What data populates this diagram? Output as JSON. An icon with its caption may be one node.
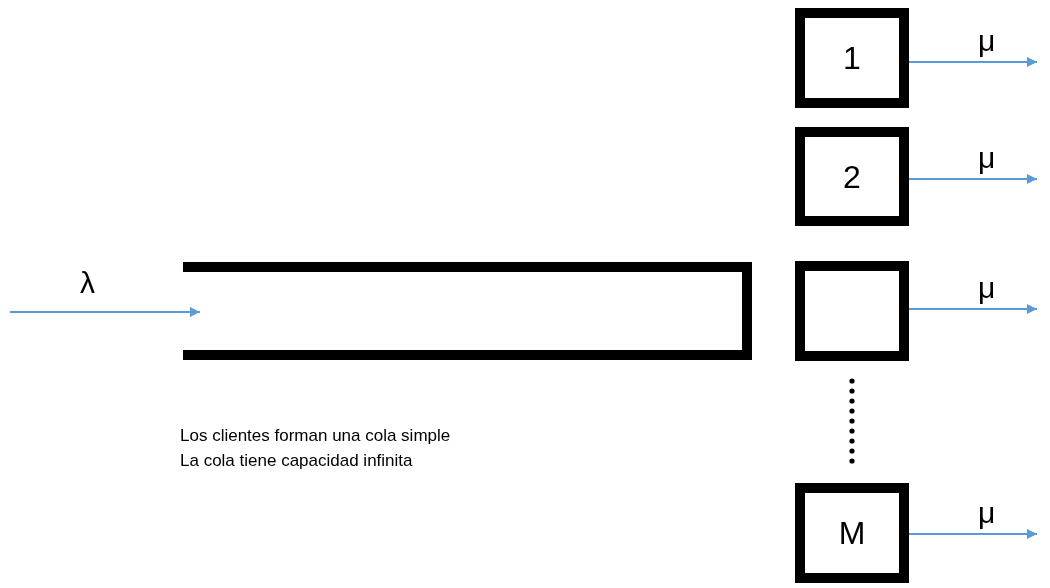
{
  "diagram": {
    "nodes": [
      {
        "text": [],
        "shape": "channel"
      },
      {
        "text": [
          "1"
        ]
      },
      {
        "text": [
          "2"
        ]
      },
      {
        "text": [],
        "shape": "box"
      },
      {
        "text": [
          "M"
        ]
      }
    ],
    "edges": [
      {
        "from": null,
        "to": 0,
        "arrow": "to",
        "label": "λ"
      },
      {
        "from": 1,
        "to": null,
        "arrow": "to",
        "label": "μ"
      },
      {
        "from": 2,
        "to": null,
        "arrow": "to",
        "label": "μ"
      },
      {
        "from": 3,
        "to": null,
        "arrow": "to",
        "label": "μ"
      },
      {
        "from": 4,
        "to": null,
        "arrow": "to",
        "label": "μ"
      }
    ],
    "labels": [
      "Los clientes forman una cola simple",
      "La cola tiene capacidad infinita"
    ]
  }
}
